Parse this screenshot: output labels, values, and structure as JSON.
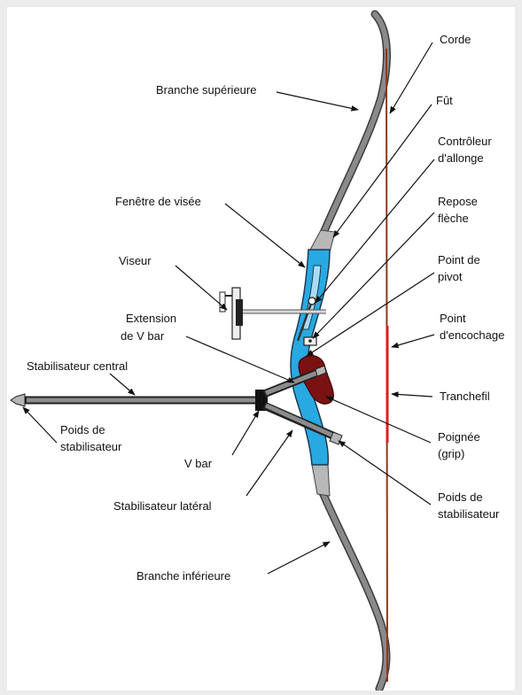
{
  "colors": {
    "page_bg": "#ececec",
    "panel_bg": "#ffffff",
    "limb": "#7a7a7a",
    "limb_outline": "#3c3c3c",
    "riser": "#29a9e1",
    "grip": "#7a1212",
    "string": "#8b3a1a",
    "nocking_point": "#e21c1c",
    "stabilizer": "#8c8c8c",
    "arrow": "#111111"
  },
  "labels": {
    "corde": "Corde",
    "fut": "Fût",
    "controleur_1": "Contrôleur",
    "controleur_2": "d'allonge",
    "repose_1": "Repose",
    "repose_2": "flèche",
    "point_pivot_1": "Point de",
    "point_pivot_2": "pivot",
    "point_encochage_1": "Point",
    "point_encochage_2": "d'encochage",
    "tranchefil": "Tranchefil",
    "poignee_1": "Poignée",
    "poignee_2": "(grip)",
    "poids_droite_1": "Poids de",
    "poids_droite_2": "stabilisateur",
    "branche_superieure": "Branche supérieure",
    "fenetre_visee": "Fenêtre de visée",
    "viseur": "Viseur",
    "extension_1": "Extension",
    "extension_2": "de V bar",
    "stabilisateur_central": "Stabilisateur central",
    "poids_gauche_1": "Poids de",
    "poids_gauche_2": "stabilisateur",
    "v_bar": "V bar",
    "stabilisateur_lateral": "Stabilisateur latéral",
    "branche_inferieure": "Branche inférieure"
  }
}
